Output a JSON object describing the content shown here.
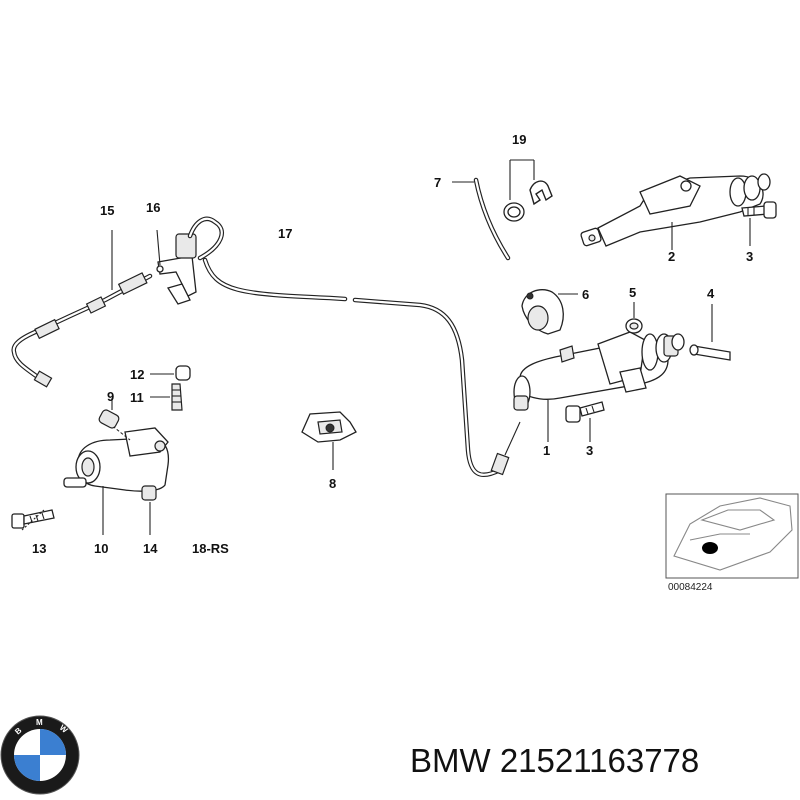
{
  "labels": {
    "l19": "19",
    "l7": "7",
    "l2": "2",
    "l3a": "3",
    "l15": "15",
    "l16": "16",
    "l17": "17",
    "l6": "6",
    "l5": "5",
    "l4": "4",
    "l12": "12",
    "l11": "11",
    "l9": "9",
    "l1": "1",
    "l3b": "3",
    "l8": "8",
    "l13": "13",
    "l10": "10",
    "l14": "14",
    "l18": "18-RS"
  },
  "inset": {
    "code": "00084224"
  },
  "brand": {
    "logo_letters": [
      "B",
      "M",
      "W"
    ],
    "title": "BMW 21521163778",
    "colors": {
      "blue": "#3b7fd1",
      "ring": "#1a1a1a",
      "white": "#ffffff"
    }
  }
}
